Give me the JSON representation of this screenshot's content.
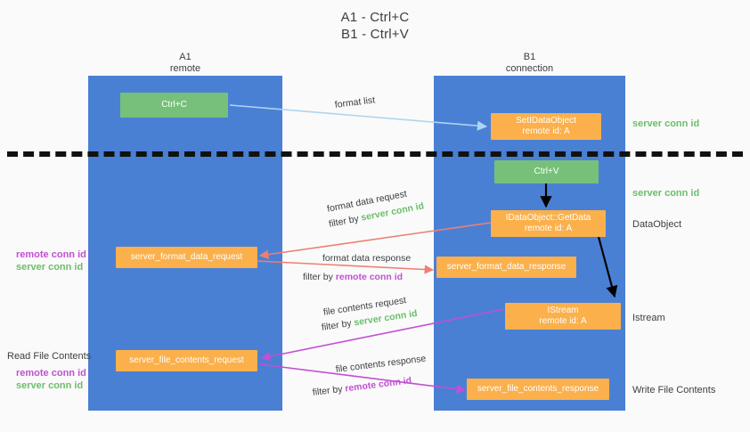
{
  "title": {
    "line1": "A1 - Ctrl+C",
    "line2": "B1 - Ctrl+V"
  },
  "columns": [
    {
      "name": "A1",
      "sub": "remote"
    },
    {
      "name": "B1",
      "sub": "connection"
    }
  ],
  "nodes": {
    "ctrl_c": {
      "label": "Ctrl+C"
    },
    "set_data_object": {
      "label": "SetIDataObject",
      "sub": "remote id: A"
    },
    "ctrl_v": {
      "label": "Ctrl+V"
    },
    "get_data": {
      "label": "IDataObject::GetData",
      "sub": "remote id: A"
    },
    "format_data_request": {
      "label": "server_format_data_request"
    },
    "format_data_response": {
      "label": "server_format_data_response"
    },
    "istream": {
      "label": "IStream",
      "sub": "remote id: A"
    },
    "file_contents_request": {
      "label": "server_file_contents_request"
    },
    "file_contents_response": {
      "label": "server_file_contents_response"
    }
  },
  "edges": {
    "format_list": {
      "label": "format list"
    },
    "format_data_request": {
      "label": "format data request",
      "filter_prefix": "filter by ",
      "filter_key": "server conn id"
    },
    "format_data_response": {
      "label": "format data response",
      "filter_prefix": "filter by ",
      "filter_key": "remote conn id"
    },
    "file_contents_request": {
      "label": "file contents request",
      "filter_prefix": "filter by ",
      "filter_key": "server conn id"
    },
    "file_contents_response": {
      "label": "file contents response",
      "filter_prefix": "filter by ",
      "filter_key": "remote conn id"
    }
  },
  "side_notes": {
    "right_top": "server conn id",
    "right_mid": "server conn id",
    "right_dataobject": "DataObject",
    "right_istream": "Istream",
    "right_write_file": "Write File Contents",
    "left_read_file": "Read File Contents",
    "left_remote_conn_id": "remote conn id",
    "left_server_conn_id": "server conn id",
    "left2_remote_conn_id": "remote conn id",
    "left2_server_conn_id": "server conn id"
  },
  "colors": {
    "lane": "#4a80d4",
    "green_node": "#77c07a",
    "orange_node": "#fbb04b",
    "server_conn_id": "#6abf69",
    "remote_conn_id": "#c24fd4",
    "arrow_light_blue": "#aed4ef",
    "arrow_red": "#ef7f72",
    "arrow_magenta": "#c24fd4",
    "arrow_black": "#000000",
    "divider": "#111111",
    "background": "#fafafa"
  }
}
